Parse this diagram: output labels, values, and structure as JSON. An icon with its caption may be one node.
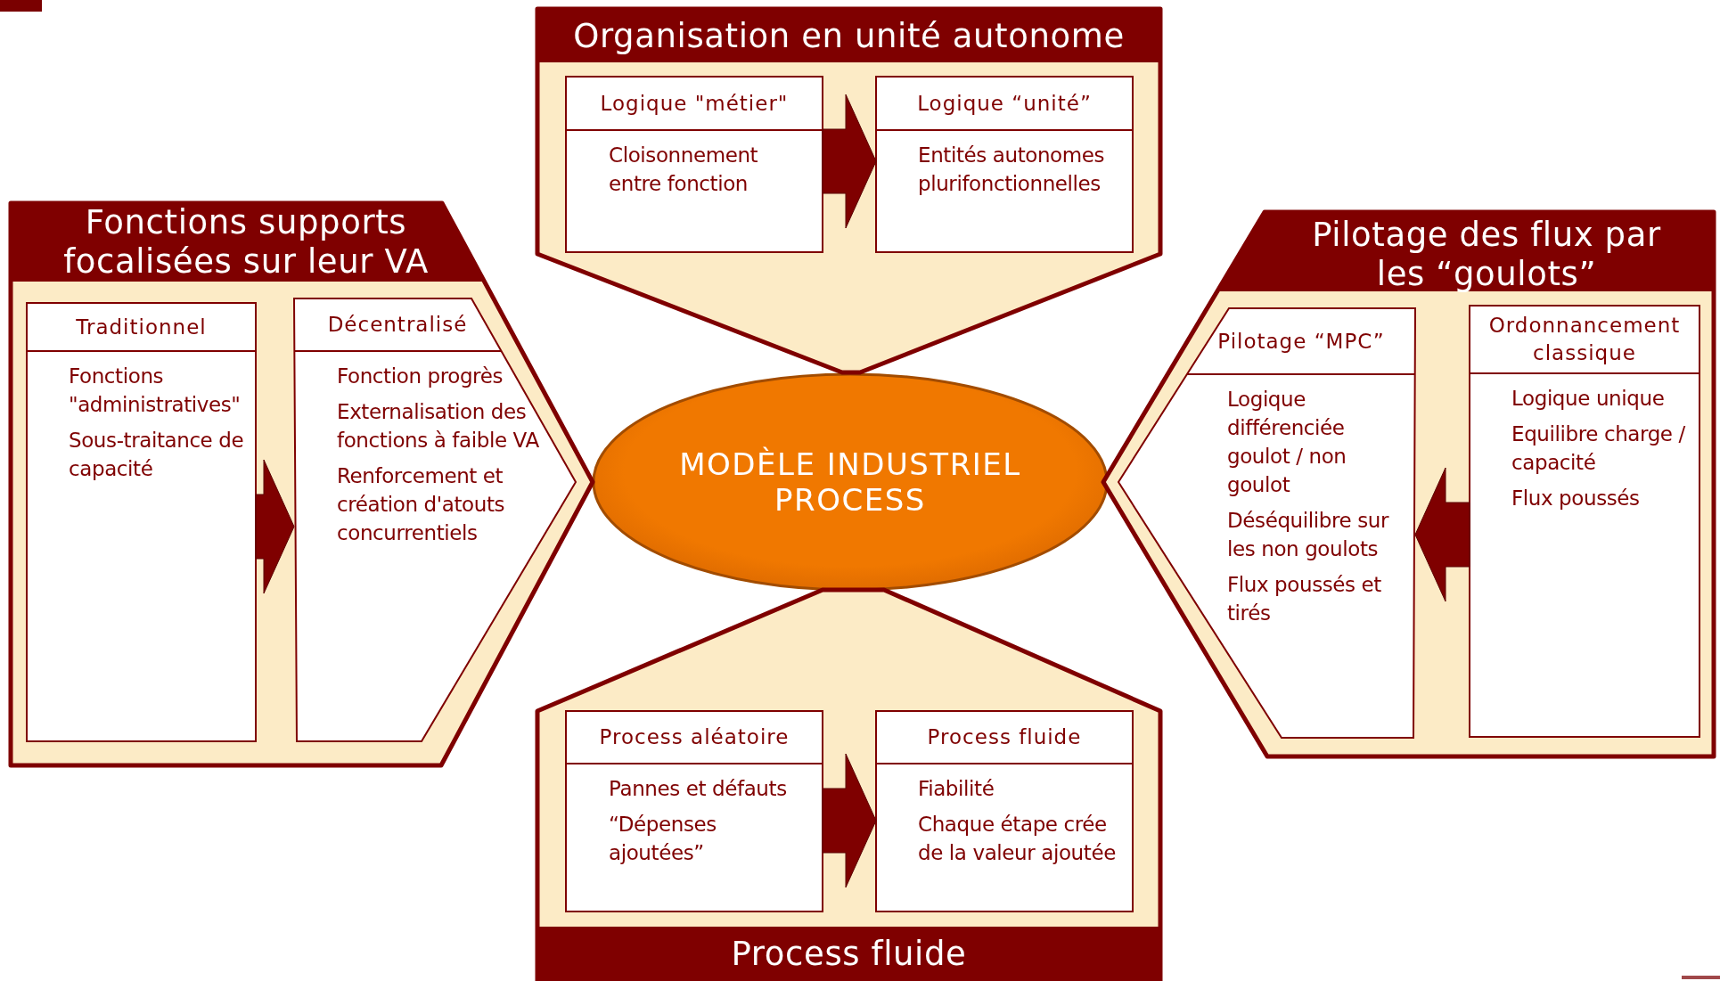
{
  "diagram": {
    "nodes": [
      {
        "text": [
          "MODÈLE INDUSTRIEL PROCESS"
        ]
      },
      {
        "text": [
          "Organisation en unité autonome"
        ]
      },
      {
        "text": [
          "Logique \"métier\"",
          "Cloisonnement entre fonction"
        ],
        "in": 1
      },
      {
        "text": [
          "Logique “unité”",
          "Entités autonomes plurifonctionnelles"
        ],
        "in": 1
      },
      {
        "text": [
          "Fonctions supports focalisées sur leur VA"
        ]
      },
      {
        "text": [
          "Traditionnel",
          "Fonctions \"administratives\"",
          "Sous-traitance de capacité"
        ],
        "in": 4
      },
      {
        "text": [
          "Décentralisé",
          "Fonction progrès",
          "Externalisation des fonctions à faible VA",
          "Renforcement et création d'atouts concurrentiels"
        ],
        "in": 4
      },
      {
        "text": [
          "Pilotage des flux par les “goulots”"
        ]
      },
      {
        "text": [
          "Pilotage “MPC”",
          "Logique différenciée goulot / non goulot",
          "Déséquilibre sur les non goulots",
          "Flux poussés et tirés"
        ],
        "in": 7
      },
      {
        "text": [
          "Ordonnancement classique",
          "Logique unique",
          "Equilibre charge / capacité",
          "Flux poussés"
        ],
        "in": 7
      },
      {
        "text": [
          "Process fluide"
        ]
      },
      {
        "text": [
          "Process aléatoire",
          "Pannes et défauts",
          "“Dépenses ajoutées”"
        ],
        "in": 10
      },
      {
        "text": [
          "Process fluide",
          "Fiabilité",
          "Chaque étape crée de la valeur ajoutée"
        ],
        "in": 10
      }
    ],
    "edges": [
      {
        "from": 2,
        "to": 3,
        "arrow": "to"
      },
      {
        "from": 5,
        "to": 6,
        "arrow": "to"
      },
      {
        "from": 9,
        "to": 8,
        "arrow": "to"
      },
      {
        "from": 11,
        "to": 12,
        "arrow": "to"
      }
    ]
  }
}
